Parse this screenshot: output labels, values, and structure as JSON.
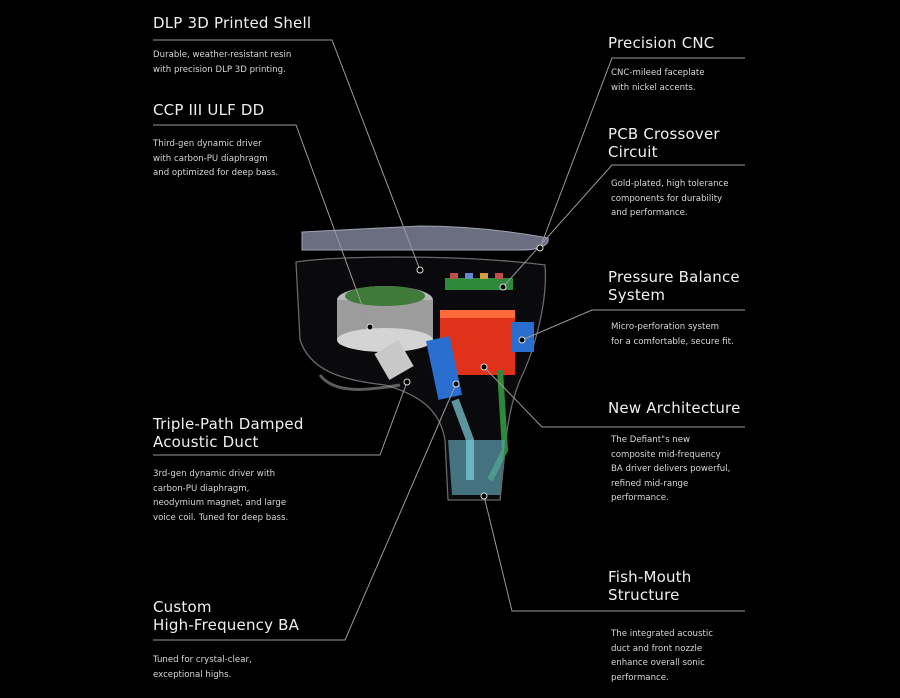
{
  "callouts": {
    "dlp_shell": {
      "title": "DLP 3D Printed Shell",
      "desc": [
        "Durable, weather-resistant resin",
        "with precision DLP 3D printing."
      ]
    },
    "ccp_dd": {
      "title": "CCP III ULF DD",
      "desc": [
        "Third-gen dynamic driver",
        "with carbon-PU diaphragm",
        "and optimized for deep bass."
      ]
    },
    "triple_path": {
      "title": [
        "Triple-Path Damped",
        "Acoustic Duct"
      ],
      "desc": [
        "3rd-gen dynamic driver with",
        "carbon-PU diaphragm,",
        "neodymium magnet, and large",
        "voice coil. Tuned for deep bass."
      ]
    },
    "custom_ba": {
      "title": [
        "Custom",
        "High-Frequency BA"
      ],
      "desc": [
        "Tuned for crystal-clear,",
        "exceptional highs."
      ]
    },
    "precision_cnc": {
      "title": "Precision CNC",
      "desc": [
        "CNC-mileed faceplate",
        "with nickel accents."
      ]
    },
    "pcb": {
      "title": [
        "PCB Crossover",
        "Circuit"
      ],
      "desc": [
        "Gold-plated, high tolerance",
        "components for durability",
        "and performance."
      ]
    },
    "pressure": {
      "title": [
        "Pressure Balance",
        "System"
      ],
      "desc": [
        "Micro-perforation system",
        "for a comfortable, secure fit."
      ]
    },
    "new_arch": {
      "title": "New Architecture",
      "desc": [
        "The Defiant\"s new",
        "composite mid-frequency",
        "BA driver delivers powerful,",
        "refined mid-range",
        "performance."
      ]
    },
    "fish_mouth": {
      "title": [
        "Fish-Mouth",
        "Structure"
      ],
      "desc": [
        "The integrated acoustic",
        "duct and front nozzle",
        "enhance overall sonic",
        "performance."
      ]
    }
  },
  "colors": {
    "background": "#000000",
    "leader": "#9a9a9a",
    "ba_red": "#e0321a",
    "ba_blue": "#2a6fd0",
    "pcb_green": "#2e8a3a"
  }
}
